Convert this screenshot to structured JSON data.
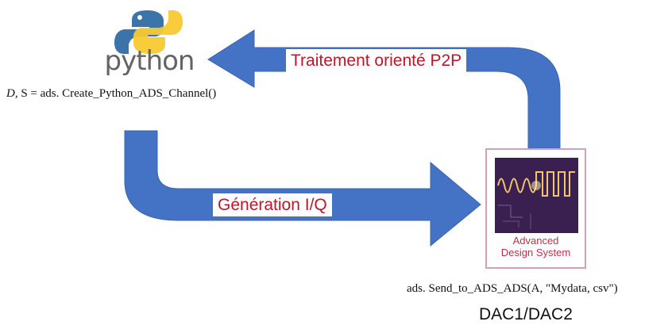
{
  "python": {
    "logo_text": "python",
    "function_lhs": "D",
    "function_rest": ", S = ads. Create_Python_ADS_Channel()"
  },
  "ads": {
    "logo_line1": "Advanced",
    "logo_line2": "Design System",
    "function": "ads. Send_to_ADS_ADS(A, \"Mydata, csv\")"
  },
  "arrows": {
    "top_label": "Traitement orienté P2P",
    "bottom_label": "Génération I/Q",
    "color": "#4472c4"
  },
  "dac_label": "DAC1/DAC2"
}
